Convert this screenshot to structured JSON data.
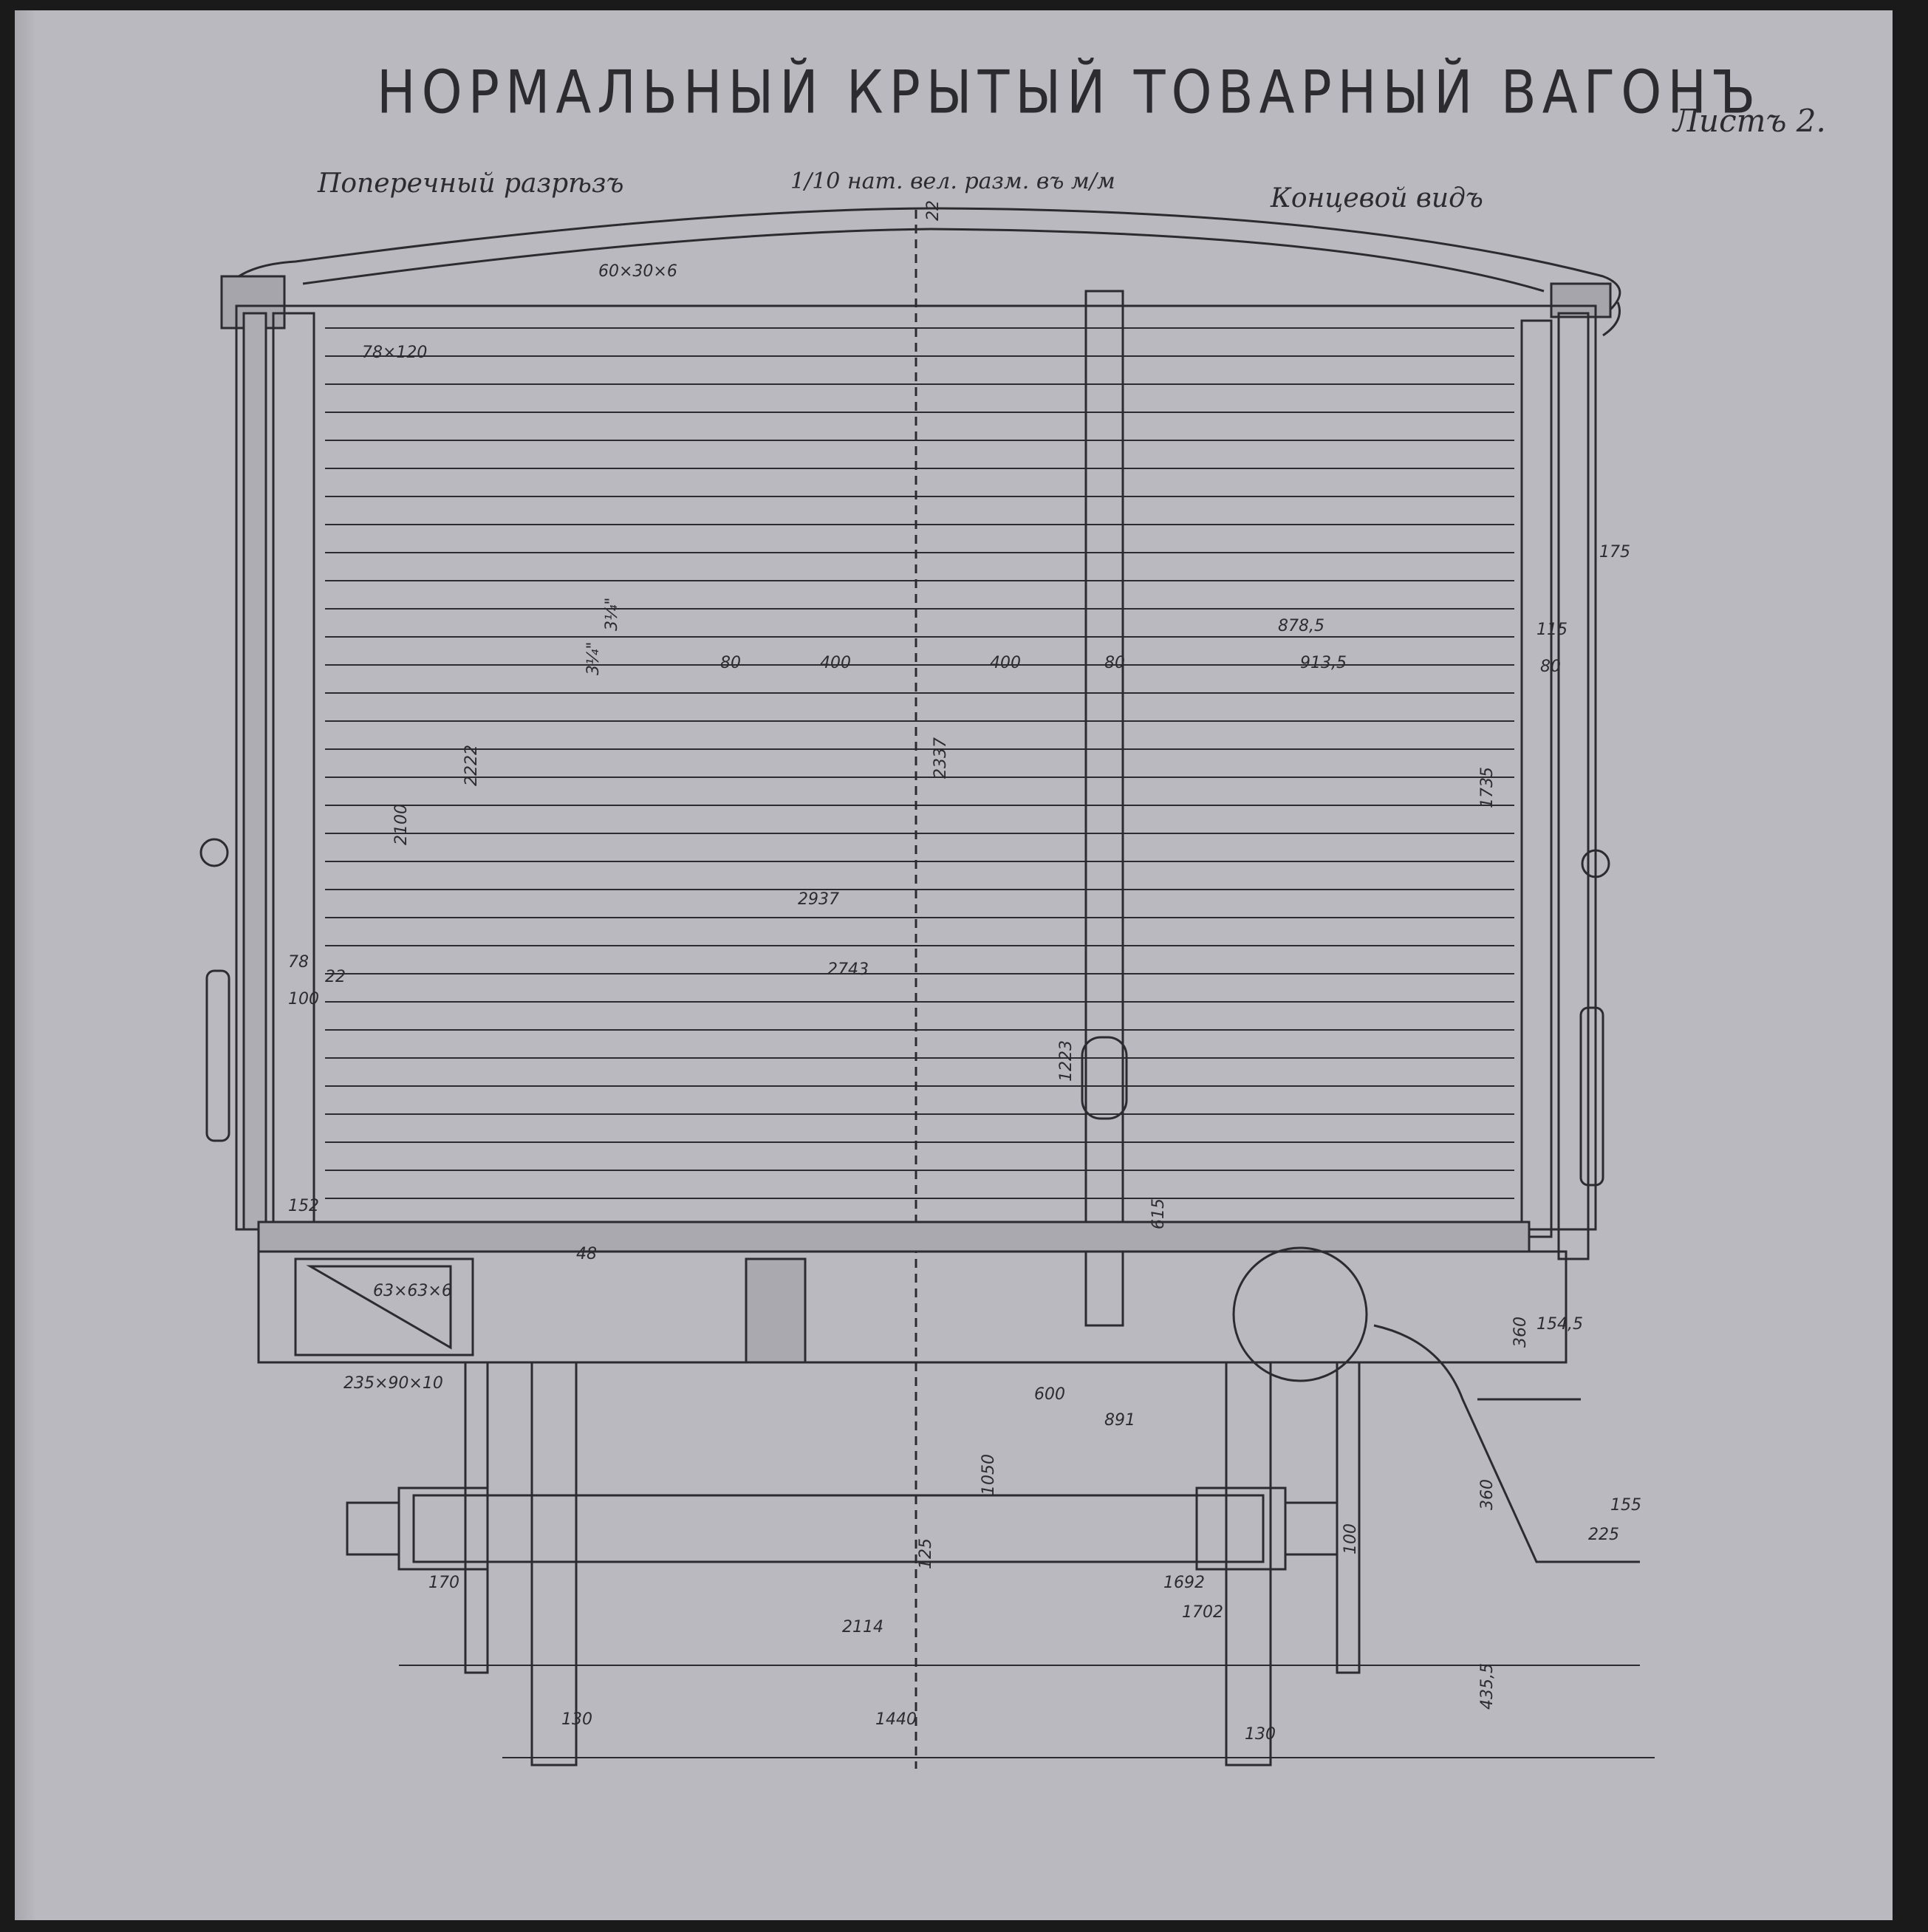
{
  "title": "НОРМАЛЬНЫЙ КРЫТЫЙ ТОВАРНЫЙ ВАГОНЪ",
  "sheet_number": "Листъ 2.",
  "captions": {
    "left": "Поперечный разрѣзъ",
    "scale": "1/10 нат. вел. разм. въ м/м",
    "right": "Концевой видъ"
  },
  "dimensions": {
    "d22_top": "22",
    "d60x30x6": "60×30×6",
    "d78x120": "78×120",
    "d2100": "2100",
    "d2222": "2222",
    "d3_25a": "3¼\"",
    "d3_25b": "3¼\"",
    "d80_left": "80",
    "d400_left": "400",
    "d400_right": "400",
    "d80_right": "80",
    "d2337_v": "2337",
    "d878_5": "878,5",
    "d913_5": "913,5",
    "d115": "115",
    "d80_end": "80",
    "d1735": "1735",
    "d175": "175",
    "d2937": "2937",
    "d2743": "2743",
    "d78": "78",
    "d100": "100",
    "d22_side": "22",
    "d152": "152",
    "d1223": "1223",
    "d615": "615",
    "d48": "48",
    "d63x63x6": "63×63×6",
    "d235x90x10": "235×90×10",
    "d600": "600",
    "d891": "891",
    "d1050": "1050",
    "d360_a": "360",
    "d360_b": "360",
    "d154_5": "154,5",
    "d155": "155",
    "d225": "225",
    "d170": "170",
    "d125": "125",
    "d100_axle": "100",
    "d1692": "1692",
    "d1702": "1702",
    "d2114": "2114",
    "d435_5": "435,5",
    "d130_left": "130",
    "d1440": "1440",
    "d130_right": "130"
  },
  "colors": {
    "paper": "#b9b9bf",
    "ink": "#2c2c30",
    "border": "#1a1a1a"
  }
}
